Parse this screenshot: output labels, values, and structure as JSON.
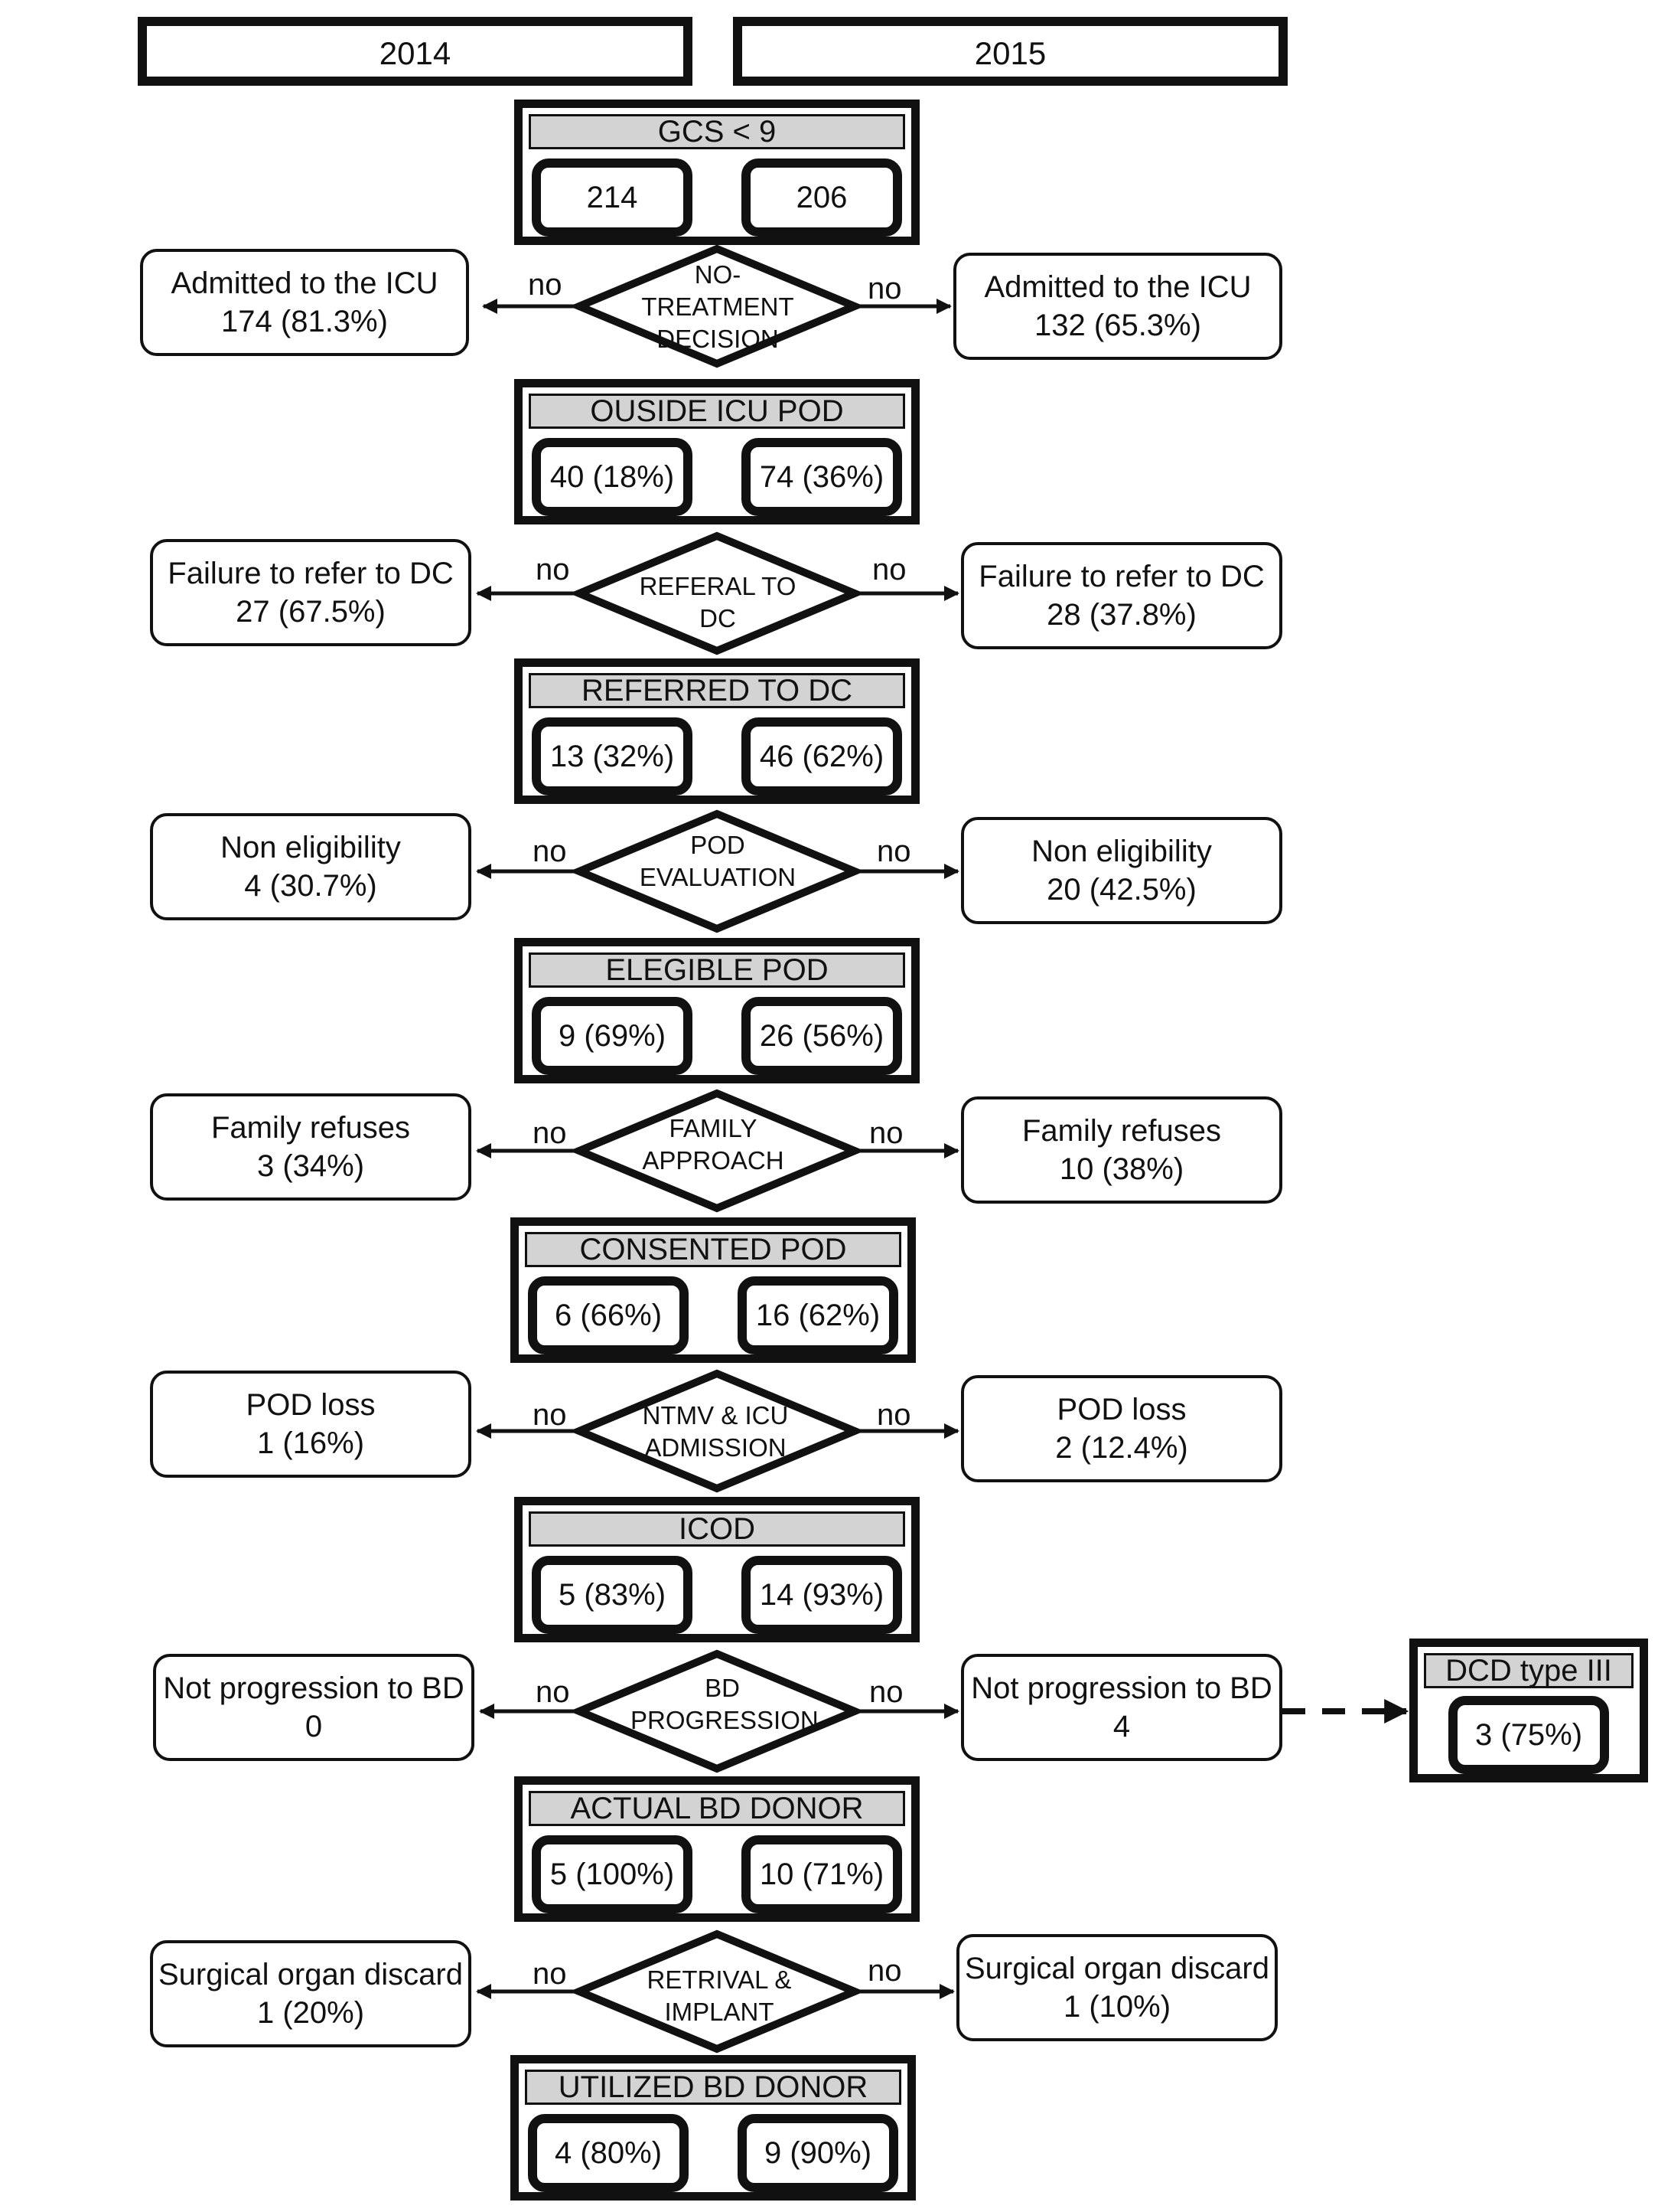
{
  "years": {
    "left": "2014",
    "right": "2015"
  },
  "stages": [
    {
      "title": "GCS < 9",
      "left": "214",
      "right": "206"
    },
    {
      "title": "OUSIDE ICU POD",
      "left": "40 (18%)",
      "right": "74 (36%)"
    },
    {
      "title": "REFERRED TO DC",
      "left": "13 (32%)",
      "right": "46 (62%)"
    },
    {
      "title": "ELEGIBLE POD",
      "left": "9 (69%)",
      "right": "26 (56%)"
    },
    {
      "title": "CONSENTED POD",
      "left": "6  (66%)",
      "right": "16  (62%)"
    },
    {
      "title": "ICOD",
      "left": "5 (83%)",
      "right": "14 (93%)"
    },
    {
      "title": "ACTUAL BD DONOR",
      "left": "5 (100%)",
      "right": "10 (71%)"
    },
    {
      "title": "UTILIZED BD DONOR",
      "left": "4 (80%)",
      "right": "9 (90%)"
    }
  ],
  "decisions": [
    {
      "lines": [
        "NO-",
        "TREATMENT",
        "DECISION"
      ],
      "left": {
        "label": "Admitted to the ICU",
        "value": "174 (81.3%)"
      },
      "right": {
        "label": "Admitted to the ICU",
        "value": "132 (65.3%)"
      }
    },
    {
      "lines": [
        "REFERAL TO",
        "DC"
      ],
      "left": {
        "label": "Failure to refer to DC",
        "value": "27 (67.5%)"
      },
      "right": {
        "label": "Failure to refer to DC",
        "value": "28 (37.8%)"
      }
    },
    {
      "lines": [
        "POD",
        "EVALUATION"
      ],
      "left": {
        "label": "Non eligibility",
        "value": "4 (30.7%)"
      },
      "right": {
        "label": "Non eligibility",
        "value": "20 (42.5%)"
      }
    },
    {
      "lines": [
        "FAMILY",
        "APPROACH"
      ],
      "left": {
        "label": "Family refuses",
        "value": "3 (34%)"
      },
      "right": {
        "label": "Family refuses",
        "value": "10 (38%)"
      }
    },
    {
      "lines": [
        "NTMV & ICU",
        "ADMISSION"
      ],
      "left": {
        "label": "POD loss",
        "value": "1 (16%)"
      },
      "right": {
        "label": "POD loss",
        "value": "2 (12.4%)"
      }
    },
    {
      "lines": [
        "BD",
        "PROGRESSION"
      ],
      "left": {
        "label": "Not progression to BD",
        "value": "0"
      },
      "right": {
        "label": "Not progression to BD",
        "value": "4"
      }
    },
    {
      "lines": [
        "RETRIVAL &",
        "IMPLANT"
      ],
      "left": {
        "label": "Surgical organ discard",
        "value": "1 (20%)"
      },
      "right": {
        "label": "Surgical organ discard",
        "value": "1 (10%)"
      }
    }
  ],
  "no_label": "no",
  "dcd": {
    "title": "DCD type III",
    "value": "3 (75%)"
  }
}
